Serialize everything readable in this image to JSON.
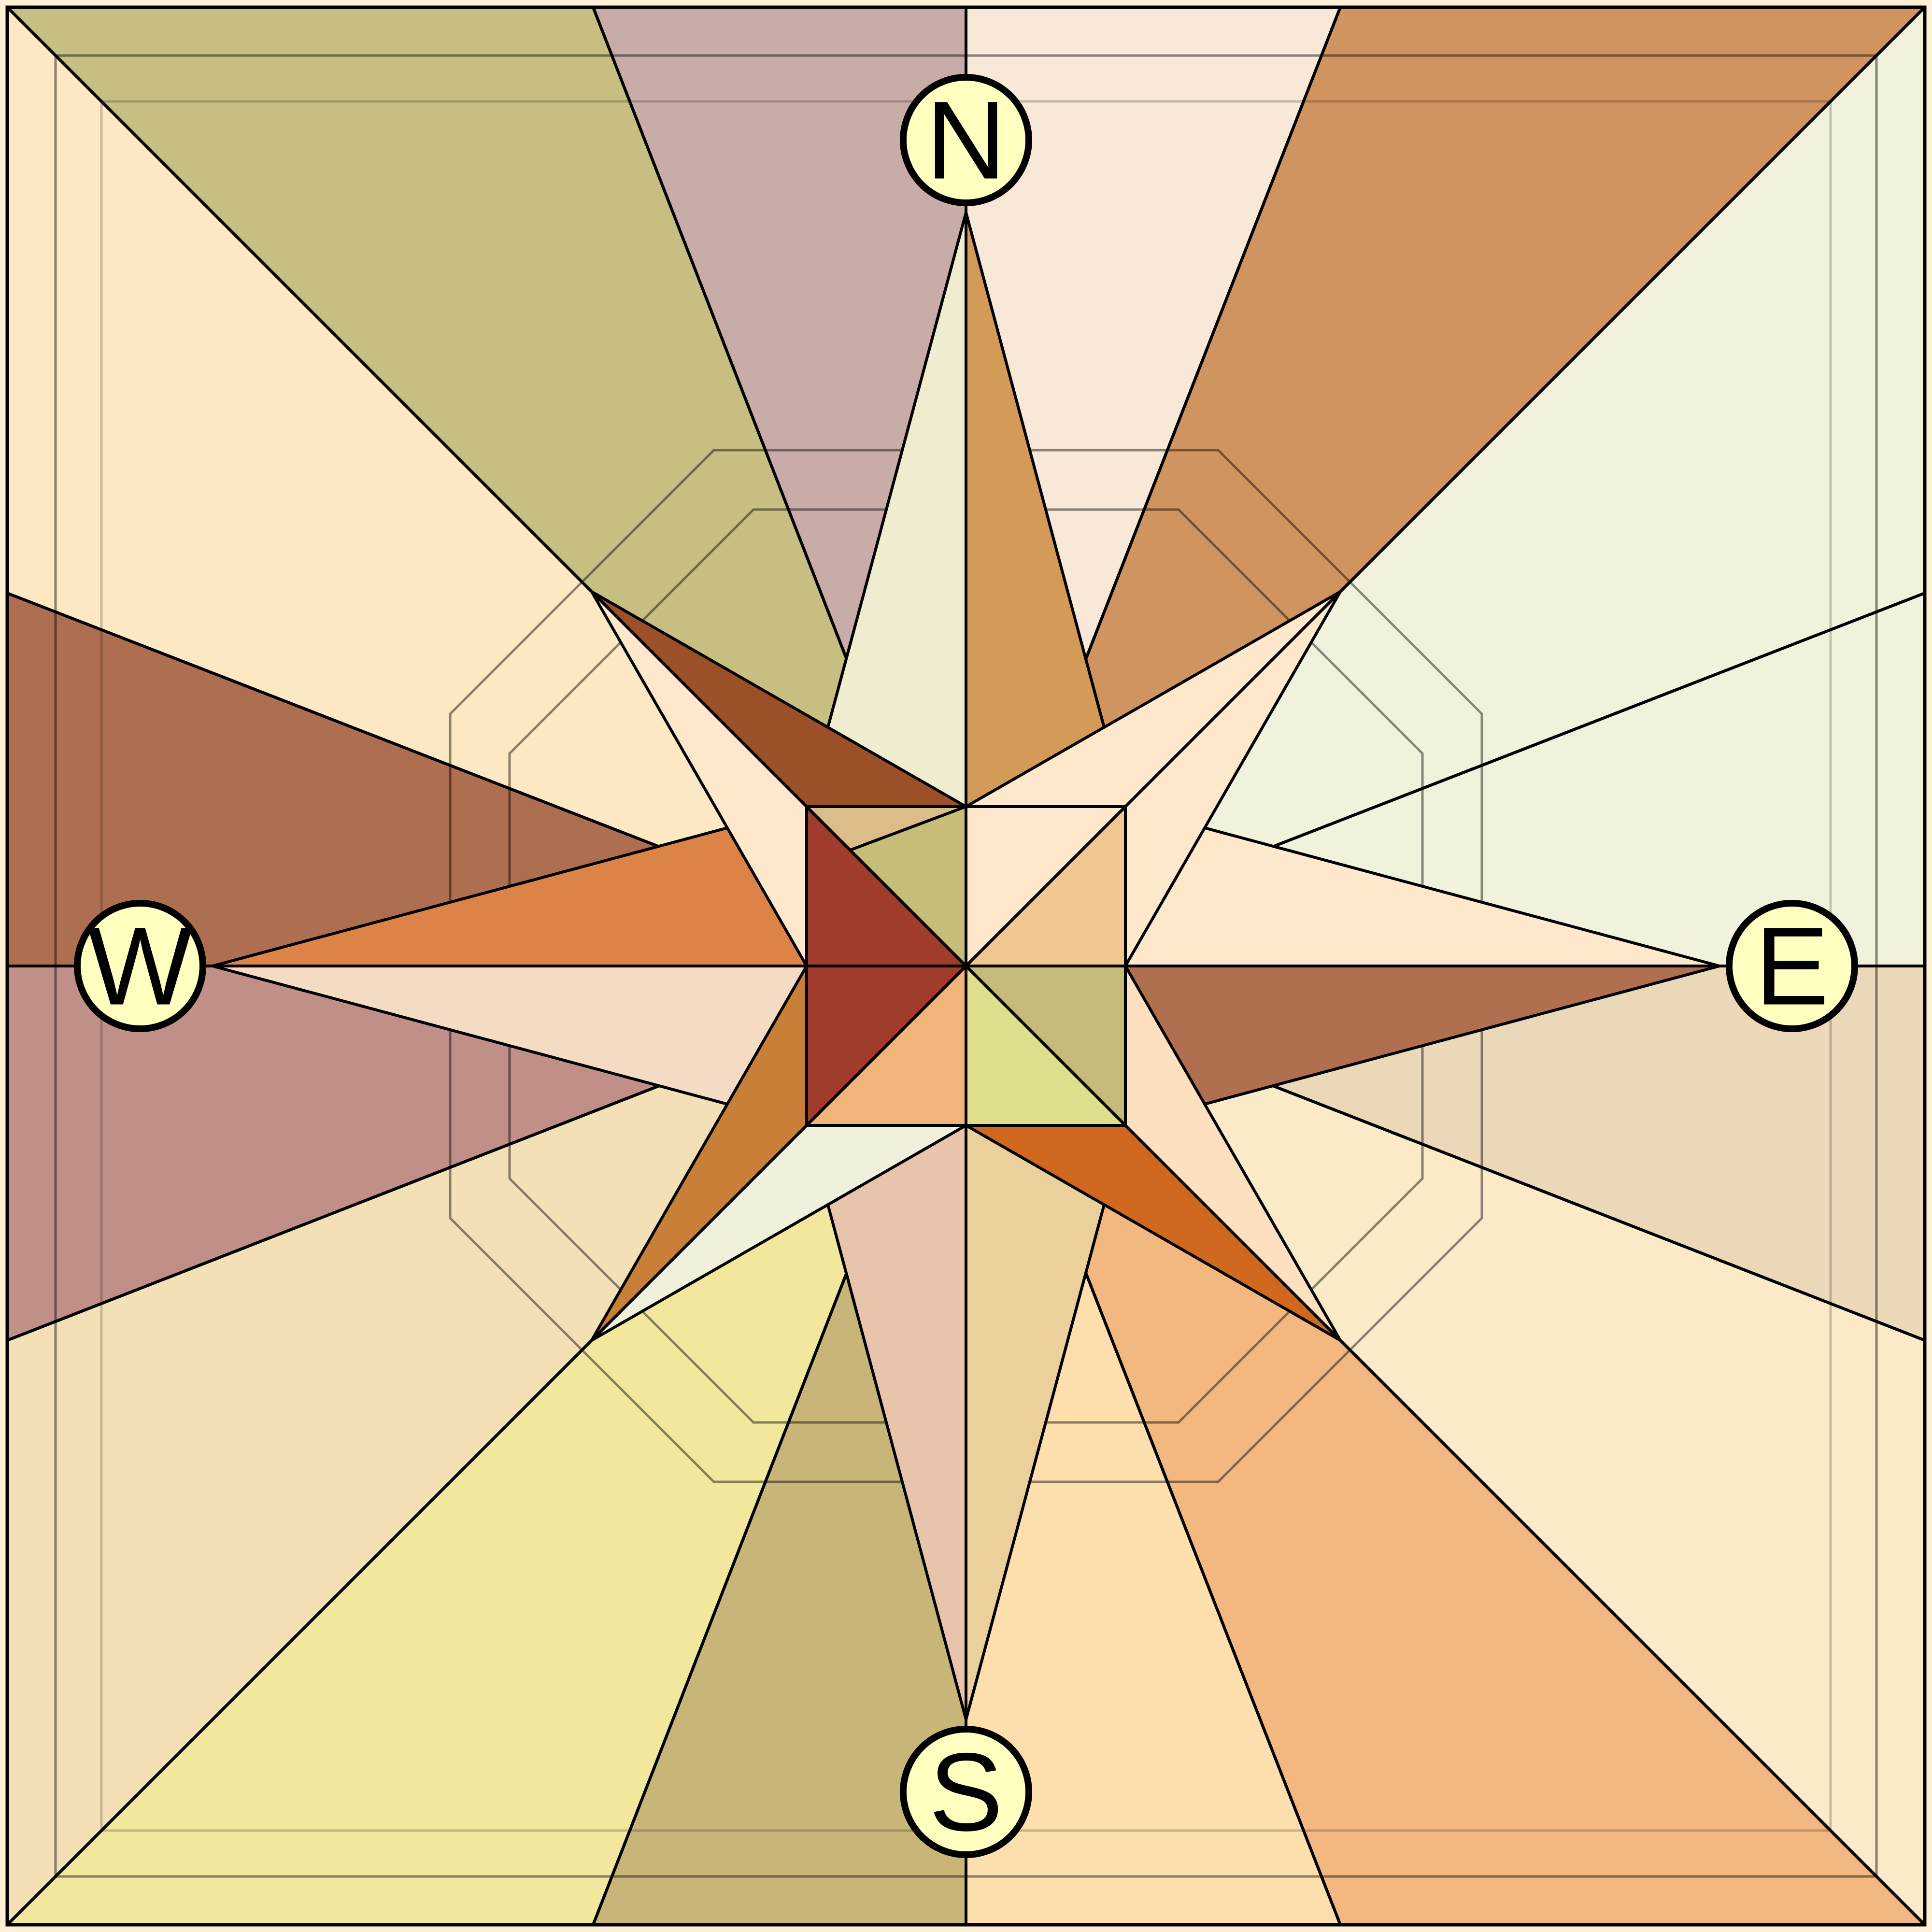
{
  "compass": {
    "north": "N",
    "east": "E",
    "south": "S",
    "west": "W"
  },
  "colors": {
    "badge_fill": "#ffffc0",
    "outline": "#000000",
    "border_strip": "#fff0d6"
  },
  "sectors": [
    {
      "name": "nne",
      "fill": "#c8aca8"
    },
    {
      "name": "n-right",
      "fill": "#f7e8d8"
    },
    {
      "name": "ne-upper",
      "fill": "#d09460"
    },
    {
      "name": "ne-lower",
      "fill": "#f2f2dc"
    },
    {
      "name": "ene",
      "fill": "#f2f2dc"
    },
    {
      "name": "e-upper",
      "fill": "#fde9cc"
    },
    {
      "name": "e-lower",
      "fill": "#ead8b8"
    },
    {
      "name": "ese",
      "fill": "#faeac8"
    },
    {
      "name": "se-upper",
      "fill": "#faeac8"
    },
    {
      "name": "se-lower",
      "fill": "#f2b880"
    },
    {
      "name": "sse",
      "fill": "#fddfae"
    },
    {
      "name": "s-left",
      "fill": "#c8b678"
    },
    {
      "name": "sw-lower",
      "fill": "#f1e89e"
    },
    {
      "name": "sw-upper",
      "fill": "#f4e0b6"
    },
    {
      "name": "wsw",
      "fill": "#f4e0b6"
    },
    {
      "name": "w-lower",
      "fill": "#c09088"
    },
    {
      "name": "w-upper",
      "fill": "#ae6e50"
    },
    {
      "name": "wnw",
      "fill": "#fde8c4"
    },
    {
      "name": "nw-lower",
      "fill": "#fde8c4"
    },
    {
      "name": "nw-upper",
      "fill": "#c4bc7c"
    }
  ]
}
